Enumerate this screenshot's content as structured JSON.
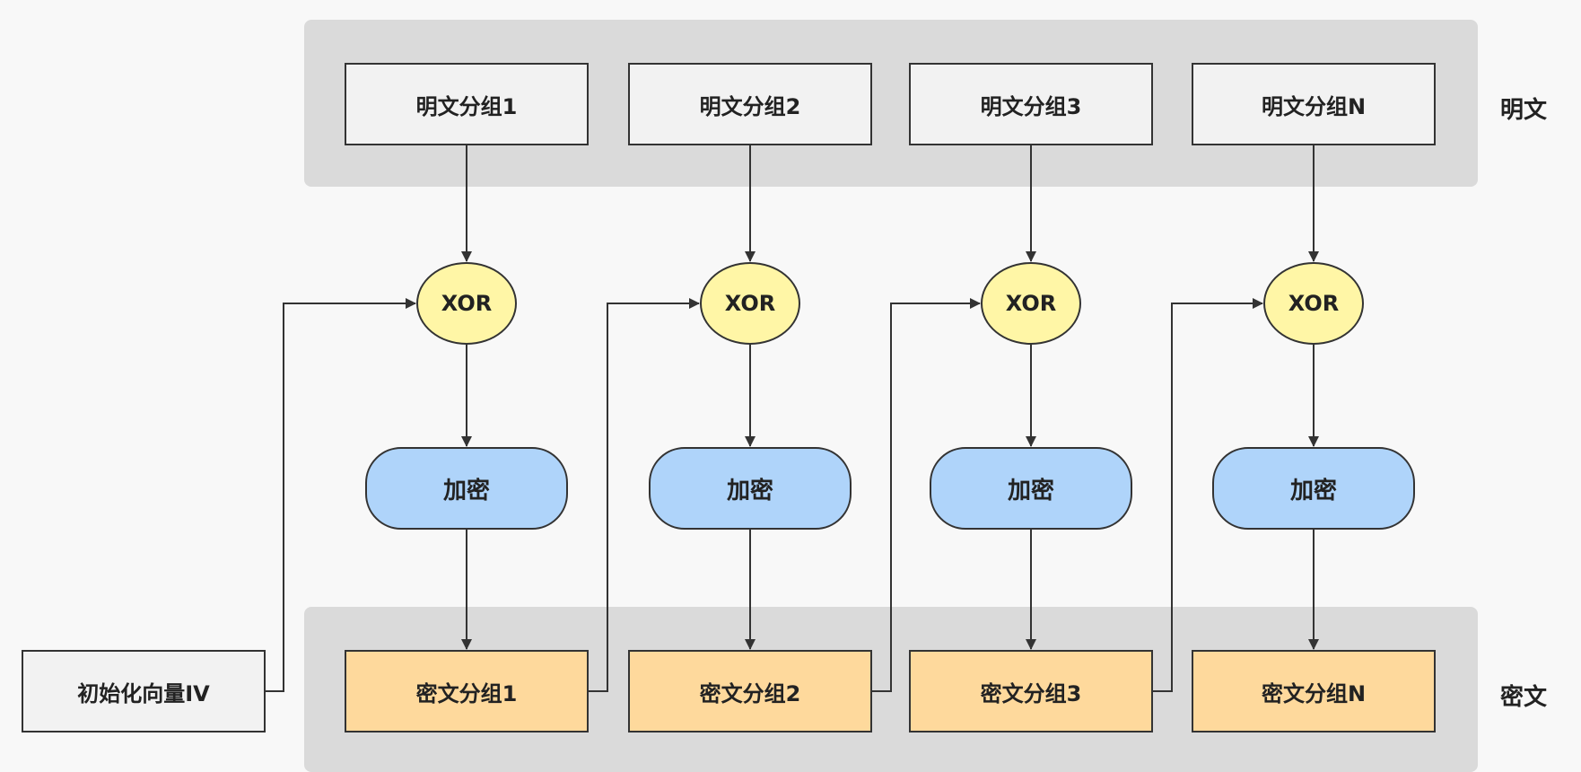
{
  "labels": {
    "plaintext_group": "明文",
    "ciphertext_group": "密文",
    "iv": "初始化向量IV"
  },
  "columns": [
    {
      "plaintext": "明文分组1",
      "xor": "XOR",
      "encrypt": "加密",
      "ciphertext": "密文分组1"
    },
    {
      "plaintext": "明文分组2",
      "xor": "XOR",
      "encrypt": "加密",
      "ciphertext": "密文分组2"
    },
    {
      "plaintext": "明文分组3",
      "xor": "XOR",
      "encrypt": "加密",
      "ciphertext": "密文分组3"
    },
    {
      "plaintext": "明文分组N",
      "xor": "XOR",
      "encrypt": "加密",
      "ciphertext": "密文分组N"
    }
  ],
  "colors": {
    "band": "#dadada",
    "plaintext_box": "#f2f2f2",
    "ciphertext_box": "#fed99c",
    "xor_fill": "#fff6a6",
    "encrypt_fill": "#afd4fa",
    "line": "#333333"
  }
}
